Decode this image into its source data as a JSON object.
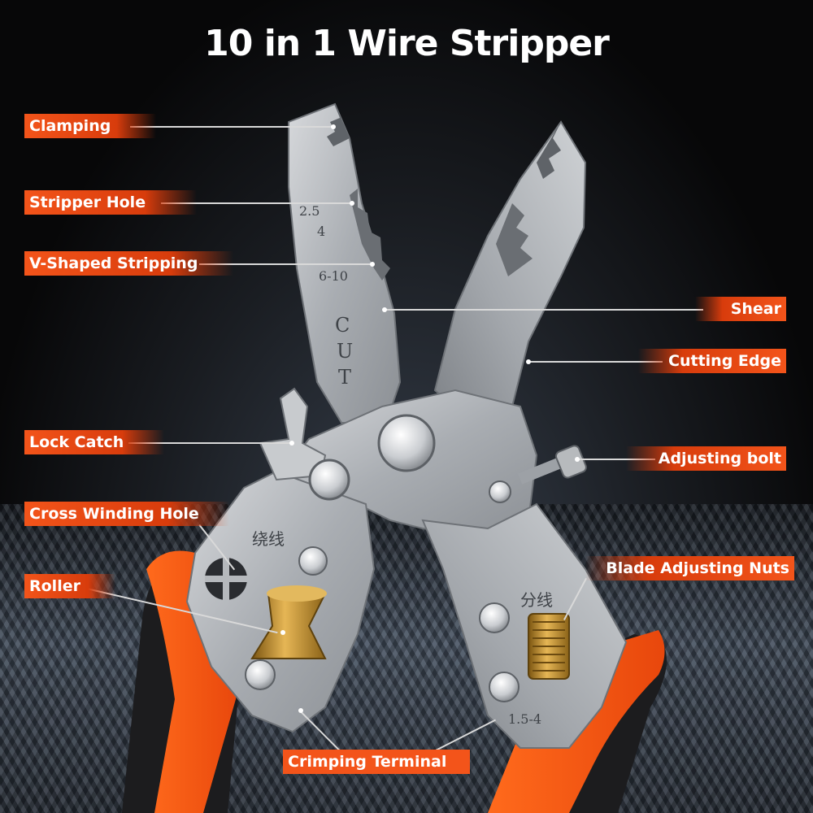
{
  "title": "10 in 1 Wire Stripper",
  "engravings": {
    "hole_25": "2.5",
    "hole_4": "4",
    "hole_610": "6-10",
    "cut": "CUT",
    "winding_cn": "绕线",
    "split_cn": "分线",
    "crimp_size": "1.5-4"
  },
  "labels": {
    "clamping": "Clamping",
    "stripper_hole": "Stripper Hole",
    "v_shaped": "V-Shaped Stripping",
    "shear": "Shear",
    "cutting_edge": "Cutting Edge",
    "lock_catch": "Lock Catch",
    "adjusting_bolt": "Adjusting bolt",
    "cross_winding": "Cross Winding Hole",
    "blade_nuts": "Blade Adjusting Nuts",
    "roller": "Roller",
    "crimping": "Crimping Terminal"
  },
  "colors": {
    "label_orange": "#f3541a",
    "handle_orange": "#ff5a14",
    "steel": "#b9bcc0",
    "brass": "#b8862b"
  }
}
